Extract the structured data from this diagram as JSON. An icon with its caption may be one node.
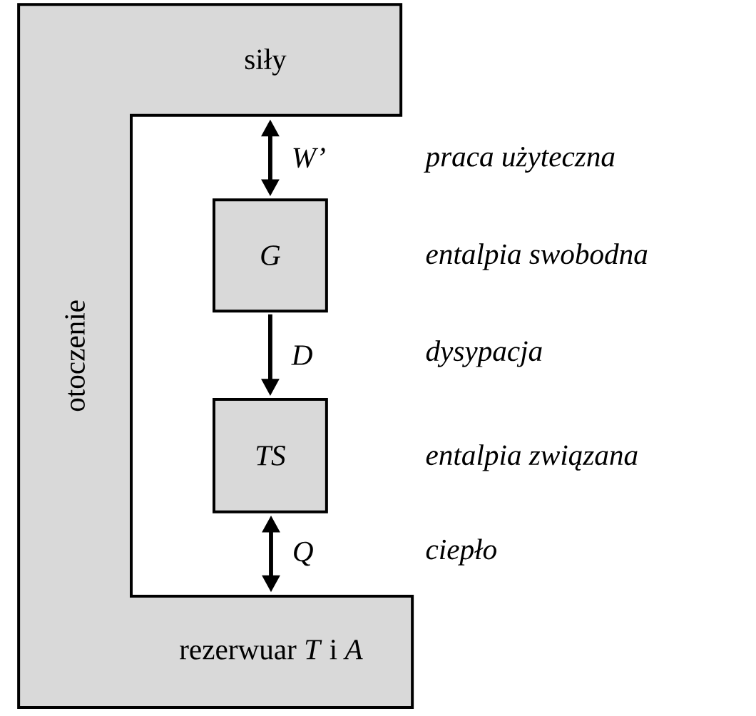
{
  "diagram": {
    "nodes": [
      {
        "text": [
          "siły"
        ]
      },
      {
        "text": [
          "otoczenie"
        ]
      },
      {
        "text": [
          "G"
        ]
      },
      {
        "text": [
          "TS"
        ]
      },
      {
        "text": [
          "rezerwuar *T* i *A*"
        ]
      }
    ],
    "edges": [
      {
        "from": 0,
        "to": 2,
        "arrow": "both",
        "label": "W’"
      },
      {
        "from": 2,
        "to": 3,
        "arrow": "to",
        "label": "D"
      },
      {
        "from": 3,
        "to": 4,
        "arrow": "both",
        "label": "Q"
      }
    ],
    "labels": [
      "praca użyteczna",
      "entalpia swobodna",
      "dysypacja",
      "entalpia związana",
      "ciepło"
    ]
  }
}
